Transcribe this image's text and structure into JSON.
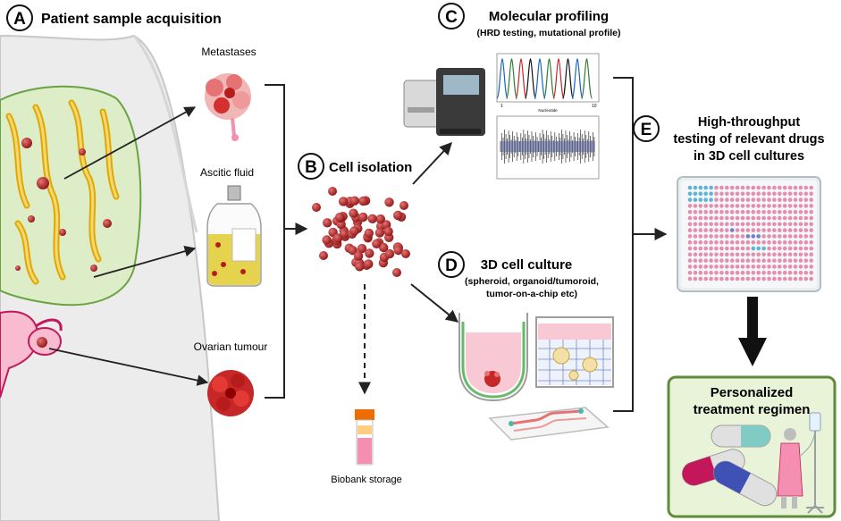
{
  "panels": {
    "a": {
      "letter": "A",
      "title": "Patient sample acquisition"
    },
    "b": {
      "letter": "B",
      "title": "Cell isolation"
    },
    "c": {
      "letter": "C",
      "title": "Molecular profiling",
      "subtitle": "(HRD testing, mutational profile)"
    },
    "d": {
      "letter": "D",
      "title": "3D cell culture",
      "subtitle_line1": "(spheroid, organoid/tumoroid,",
      "subtitle_line2": "tumor-on-a-chip etc)"
    },
    "e": {
      "letter": "E",
      "title_line1": "High-throughput",
      "title_line2": "testing of relevant drugs",
      "title_line3": "in 3D cell cultures"
    }
  },
  "samples": {
    "metastases": "Metastases",
    "ascitic": "Ascitic fluid",
    "ovarian": "Ovarian tumour"
  },
  "biobank": "Biobank storage",
  "result": {
    "line1": "Personalized",
    "line2": "treatment regimen"
  },
  "chromatogram": {
    "xlabel": "Nucleotide",
    "tick_start": "1",
    "tick_end": "10"
  },
  "colors": {
    "omentum": "#dcedc8",
    "fat": "#f2c94c",
    "cell": "#b71c1c",
    "plate": "#e8c4d6",
    "result_box": "#e8f3d8",
    "result_border": "#5e8c3a"
  }
}
